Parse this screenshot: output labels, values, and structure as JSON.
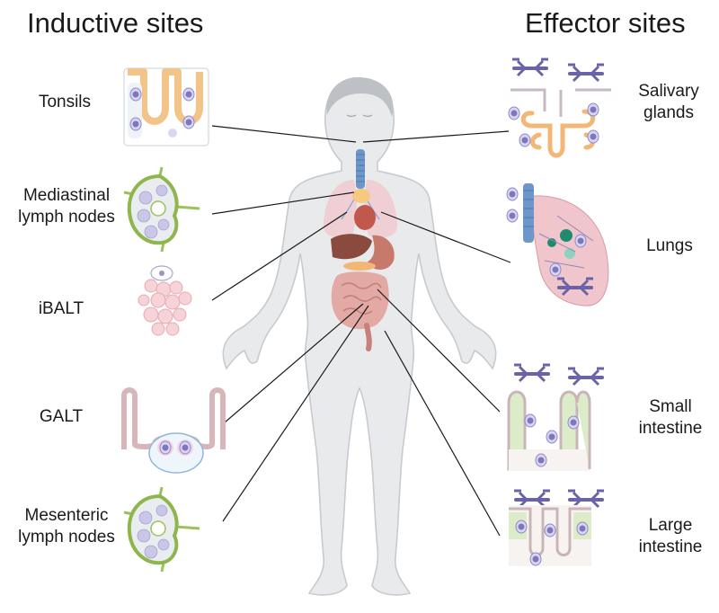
{
  "headings": {
    "inductive": "Inductive sites",
    "effector": "Effector sites"
  },
  "inductive_sites": [
    {
      "lines": [
        "Tonsils"
      ]
    },
    {
      "lines": [
        "Mediastinal",
        "lymph nodes"
      ]
    },
    {
      "lines": [
        "iBALT"
      ]
    },
    {
      "lines": [
        "GALT"
      ]
    },
    {
      "lines": [
        "Mesenteric",
        "lymph nodes"
      ]
    }
  ],
  "effector_sites": [
    {
      "lines": [
        "Salivary",
        "glands"
      ]
    },
    {
      "lines": [
        "Lungs"
      ]
    },
    {
      "lines": [
        "Small",
        "intestine"
      ]
    },
    {
      "lines": [
        "Large",
        "intestine"
      ]
    }
  ],
  "colors": {
    "body": "#e8eaec",
    "body_outline": "#c7cbcf",
    "lymph_node": "#9bc25a",
    "tissue_pink": "#f0c6cc",
    "epithelium_orange": "#f2b774",
    "antibody": "#6b63a8",
    "cell_purple": "#9b93cf",
    "trachea_blue": "#6d97c9",
    "connector": "#1a1a1a"
  }
}
